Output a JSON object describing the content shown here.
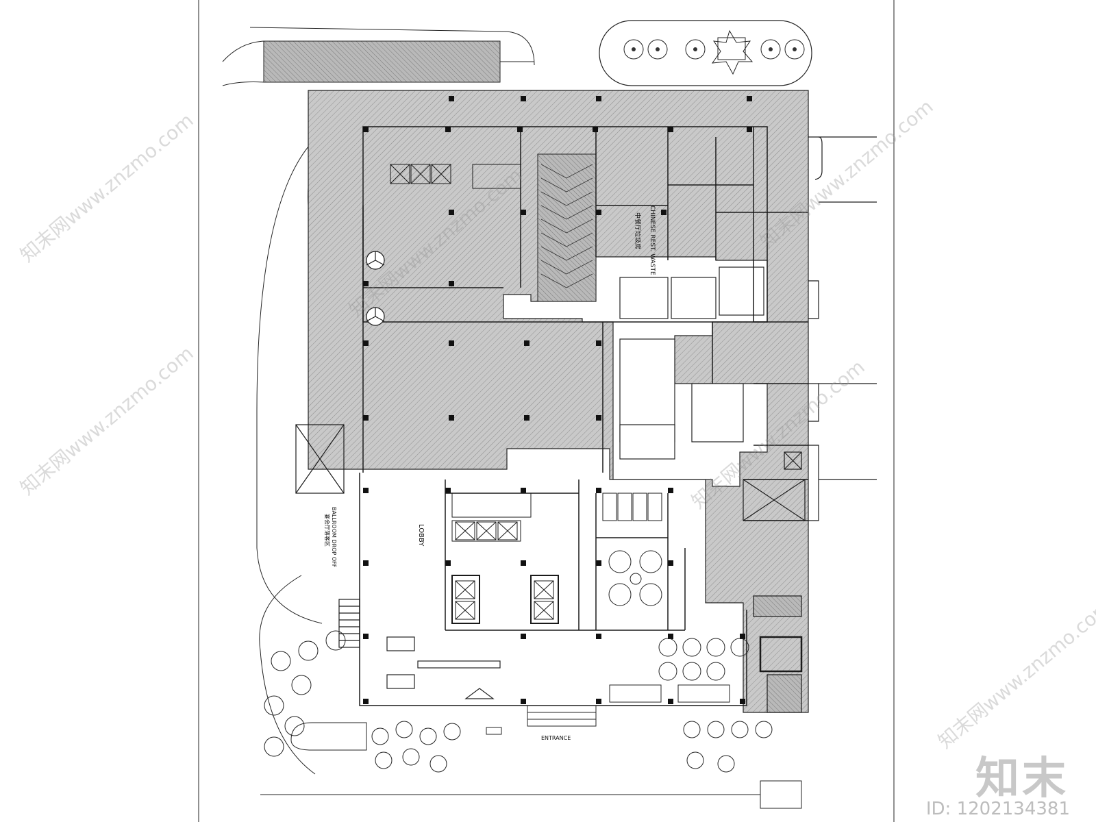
{
  "labels": {
    "chinese_rest_waste": "CHINESE REST. WASTE",
    "chinese_rest_cn": "中餐厅垃圾房",
    "ballroom_drop_off": "BALLROOM DROP OFF",
    "ballroom_drop_off_cn": "宴会厅落客区",
    "lobby": "LOBBY",
    "entrance": "ENTRANCE"
  },
  "brand": {
    "logo_text": "知末",
    "id_text": "ID: 1202134381"
  },
  "watermark": {
    "text": "知末网www.znzmo.com"
  },
  "colors": {
    "hatch": "#bdbdbd",
    "line": "#1a1a1a",
    "background": "#ffffff"
  }
}
